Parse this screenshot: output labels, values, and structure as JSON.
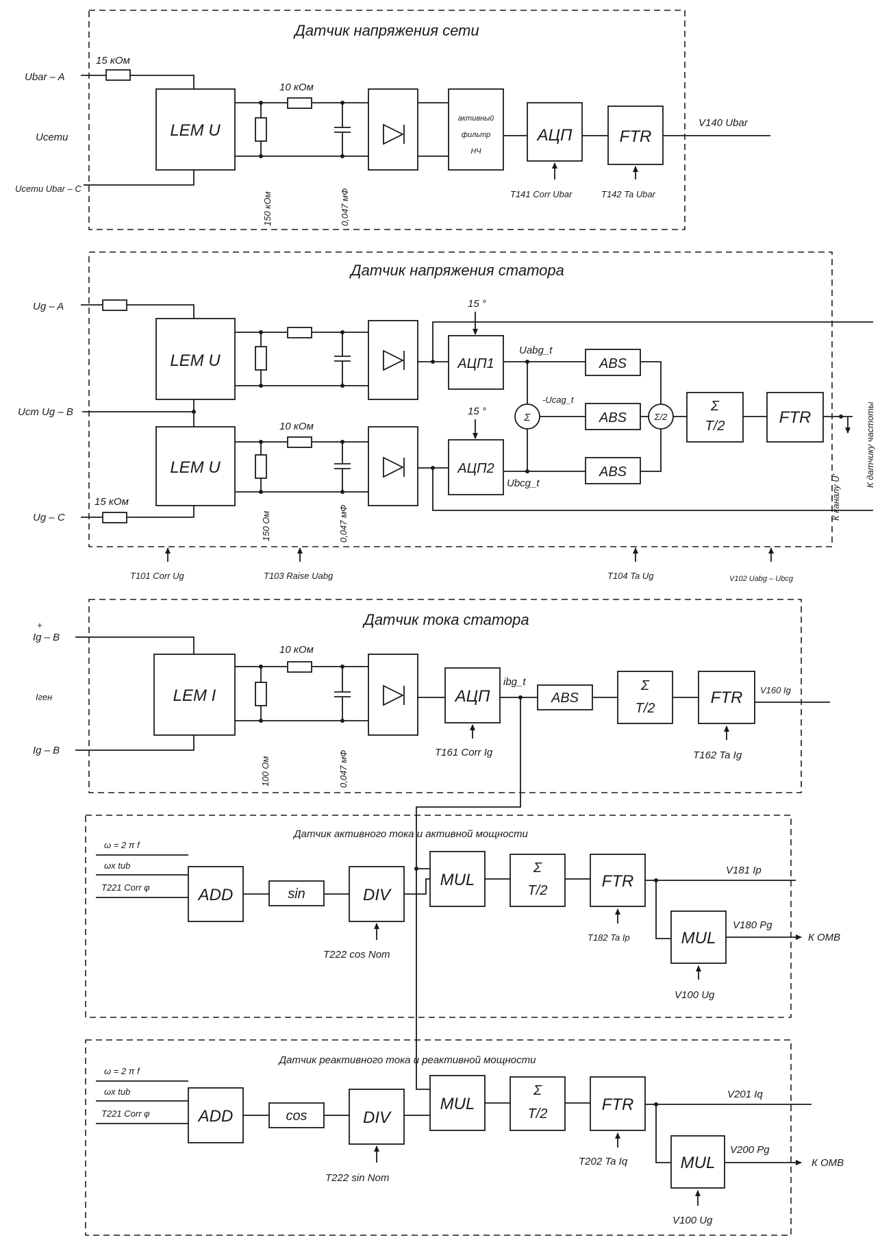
{
  "sections": {
    "grid_voltage": {
      "title": "Датчик напряжения сети",
      "in_a": "Ubar – A",
      "in_mid": "Ucemu",
      "in_c": "Ucemu Ubar – C",
      "r_in": "15 кОм",
      "r_series": "10 кОм",
      "r_shunt": "150 кОм",
      "cap": "0,047 мФ",
      "lem": "LEM U",
      "filter_l1": "активный",
      "filter_l2": "фильтр",
      "filter_l3": "НЧ",
      "adc": "АЦП",
      "ftr": "FTR",
      "output": "V140 Ubar",
      "param_corr": "T141 Corr Ubar",
      "param_ta": "T142 Ta Ubar"
    },
    "stator_voltage": {
      "title": "Датчик напряжения статора",
      "in_a": "Ug – A",
      "in_b": "Ucm Ug – B",
      "in_c": "Ug – C",
      "r_in": "15 кОм",
      "r_series": "10 кОм",
      "r_shunt": "150 Ом",
      "cap": "0,047 мФ",
      "lem1": "LEM U",
      "lem2": "LEM U",
      "angle1": "15 °",
      "angle2": "15 °",
      "adc1": "АЦП1",
      "adc2": "АЦП2",
      "sig_abg": "Uabg_t",
      "sig_cag": "-Ucag_t",
      "sig_bcg": "Ubcg_t",
      "sum": "Σ",
      "sum_sq": "Σ/2",
      "abs1": "ABS",
      "abs2": "ABS",
      "abs3": "ABS",
      "avg_sigma": "Σ",
      "avg_t": "T/2",
      "ftr": "FTR",
      "out_vertical": "К каналу U'",
      "out_vertical2": "К датчику частоты",
      "param_corr": "T101 Corr Ug",
      "param_raise": "T103 Raise Uabg",
      "param_ta": "T104 Ta Ug",
      "param_v102": "V102 Uabg – Ubcg"
    },
    "stator_current": {
      "title": "Датчик тока статора",
      "in_plus": "Ig – B",
      "in_plus_sup": "+",
      "in_mid": "Iген",
      "in_minus": "Ig – B",
      "r_series": "10 кОм",
      "r_shunt": "100 Ом",
      "cap": "0,047 мФ",
      "lem": "LEM I",
      "adc": "АЦП",
      "sig": "ibg_t",
      "abs": "ABS",
      "avg_sigma": "Σ",
      "avg_t": "T/2",
      "ftr": "FTR",
      "output": "V160 Ig",
      "param_corr": "T161 Corr Ig",
      "param_ta": "T162 Ta Ig"
    },
    "active": {
      "title": "Датчик активного тока  и активной мощности",
      "in1": "ω = 2 π f",
      "in2": "ωx tub",
      "in3": "T221 Corr φ",
      "add": "ADD",
      "func": "sin",
      "div": "DIV",
      "mul1": "MUL",
      "avg_sigma": "Σ",
      "avg_t": "T/2",
      "ftr": "FTR",
      "mul2": "MUL",
      "out_i": "V181 Ip",
      "out_p": "V180 Pg",
      "out_dest": "К ОМВ",
      "param_div": "T222 cos Nom",
      "param_ta": "T182 Ta Ip",
      "param_ug": "V100 Ug"
    },
    "reactive": {
      "title": "Датчик реактивного тока  и реактивной мощности",
      "in1": "ω = 2 π f",
      "in2": "ωx tub",
      "in3": "T221 Corr φ",
      "add": "ADD",
      "func": "cos",
      "div": "DIV",
      "mul1": "MUL",
      "avg_sigma": "Σ",
      "avg_t": "T/2",
      "ftr": "FTR",
      "mul2": "MUL",
      "out_i": "V201 Iq",
      "out_p": "V200 Pg",
      "out_dest": "К ОМВ",
      "param_div": "T222 sin Nom",
      "param_ta": "T202 Ta Iq",
      "param_ug": "V100 Ug"
    }
  }
}
